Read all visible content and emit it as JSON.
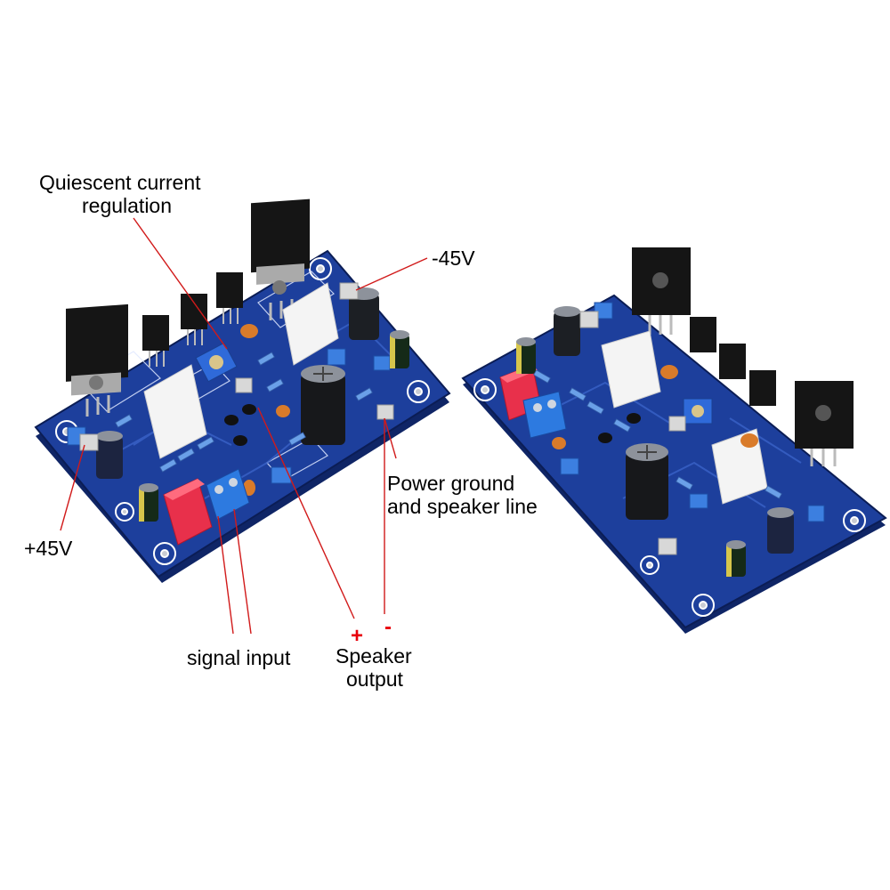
{
  "labels": {
    "quiescent_line1": "Quiescent current",
    "quiescent_line2": "regulation",
    "minus45": "-45V",
    "plus45": "+45V",
    "power_ground_line1": "Power ground",
    "power_ground_line2": "and speaker line",
    "signal_input": "signal input",
    "speaker_plus": "+",
    "speaker_minus": "-",
    "speaker_output_line1": "Speaker",
    "speaker_output_line2": "output"
  },
  "colors": {
    "pcb": "#1d3f9c",
    "pcb_edge": "#0f2566",
    "silkscreen": "#ffffff",
    "transistor": "#151515",
    "leader_line": "#d11a1a",
    "sign": "#e8000b"
  }
}
